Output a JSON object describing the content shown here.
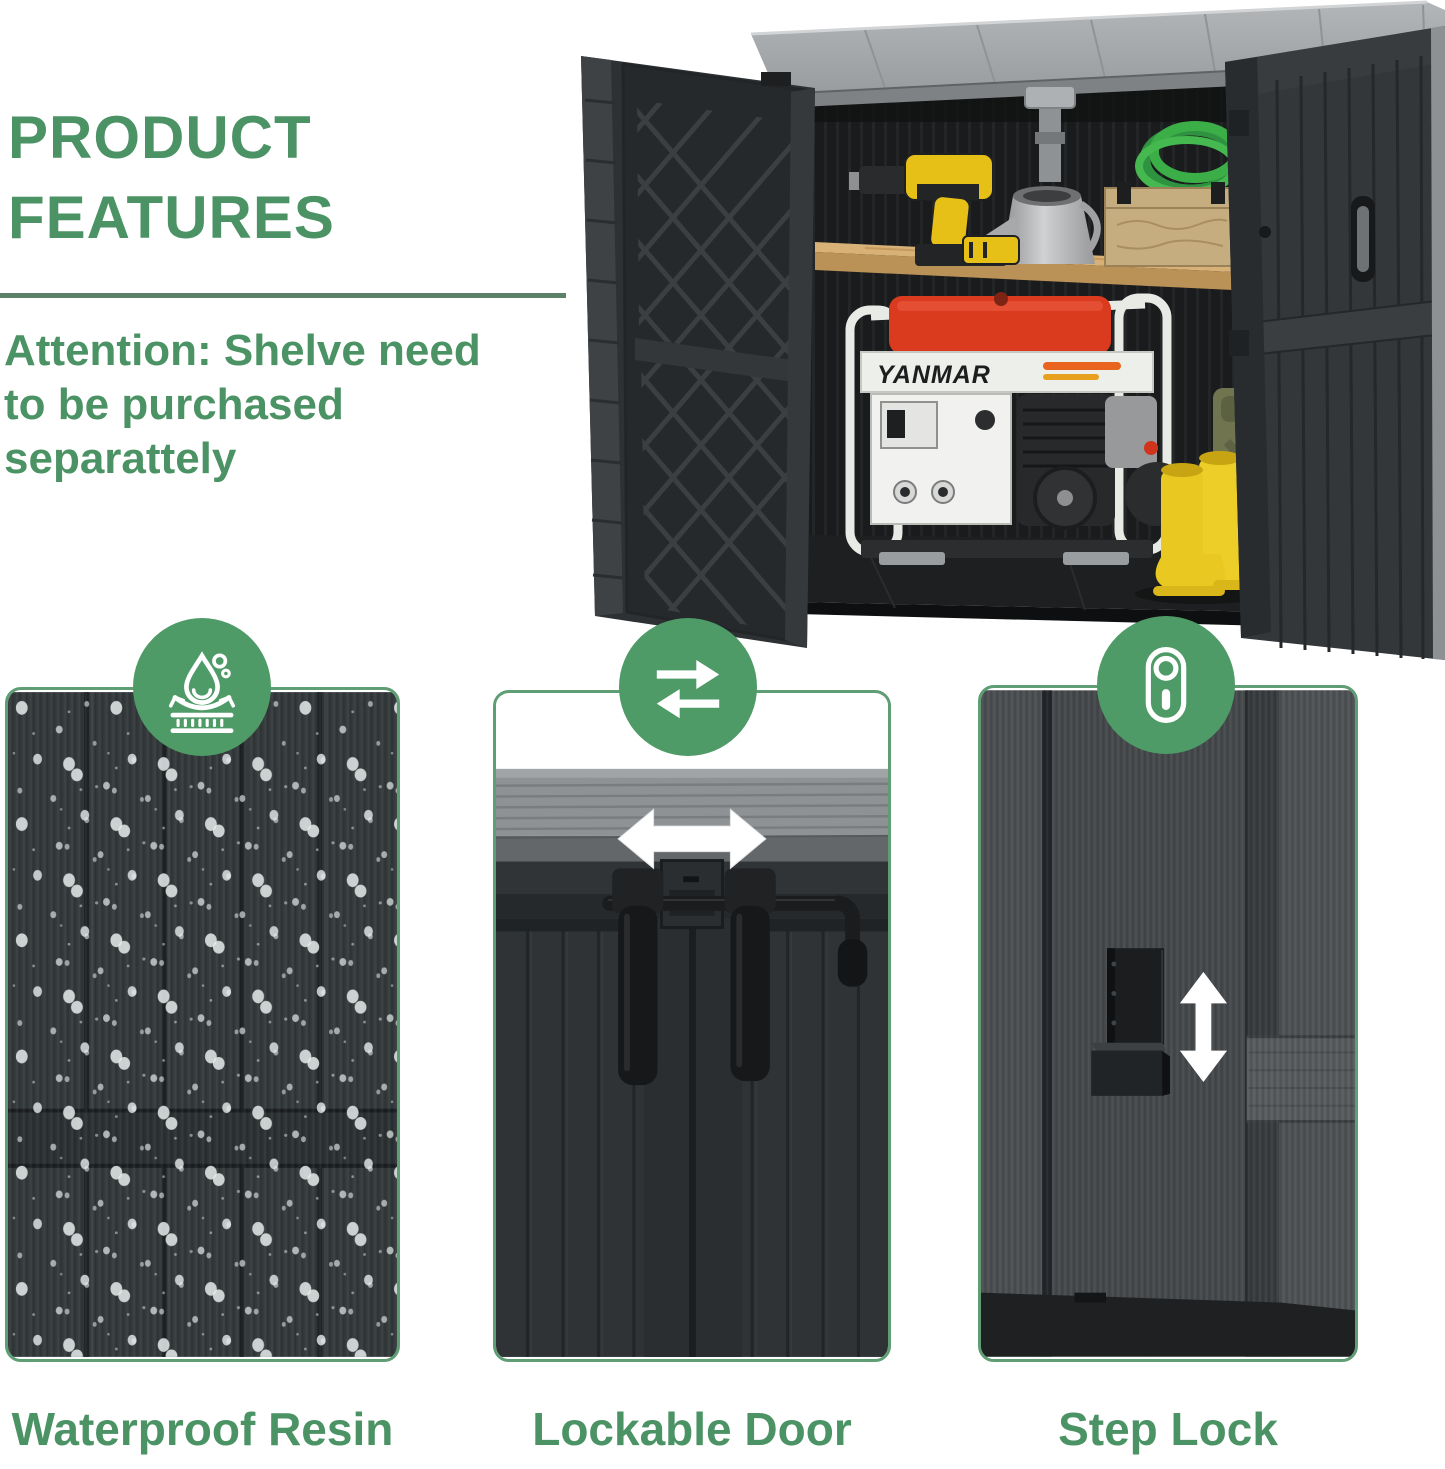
{
  "header": {
    "title": "PRODUCT\nFEATURES",
    "attention": "Attention: Shelve need\nto be purchased\nseparattely"
  },
  "hero": {
    "generator_brand": "YANMAR"
  },
  "features": [
    {
      "label": "Waterproof Resin",
      "icon": "water-repellent-icon"
    },
    {
      "label": "Lockable Door",
      "icon": "swap-arrows-icon"
    },
    {
      "label": "Step Lock",
      "icon": "step-lock-icon"
    }
  ],
  "colors": {
    "accent-text": "#4b9264",
    "icon-circle": "#4f9b68",
    "panel-border": "#5f9e74",
    "divider": "#5c8166"
  }
}
